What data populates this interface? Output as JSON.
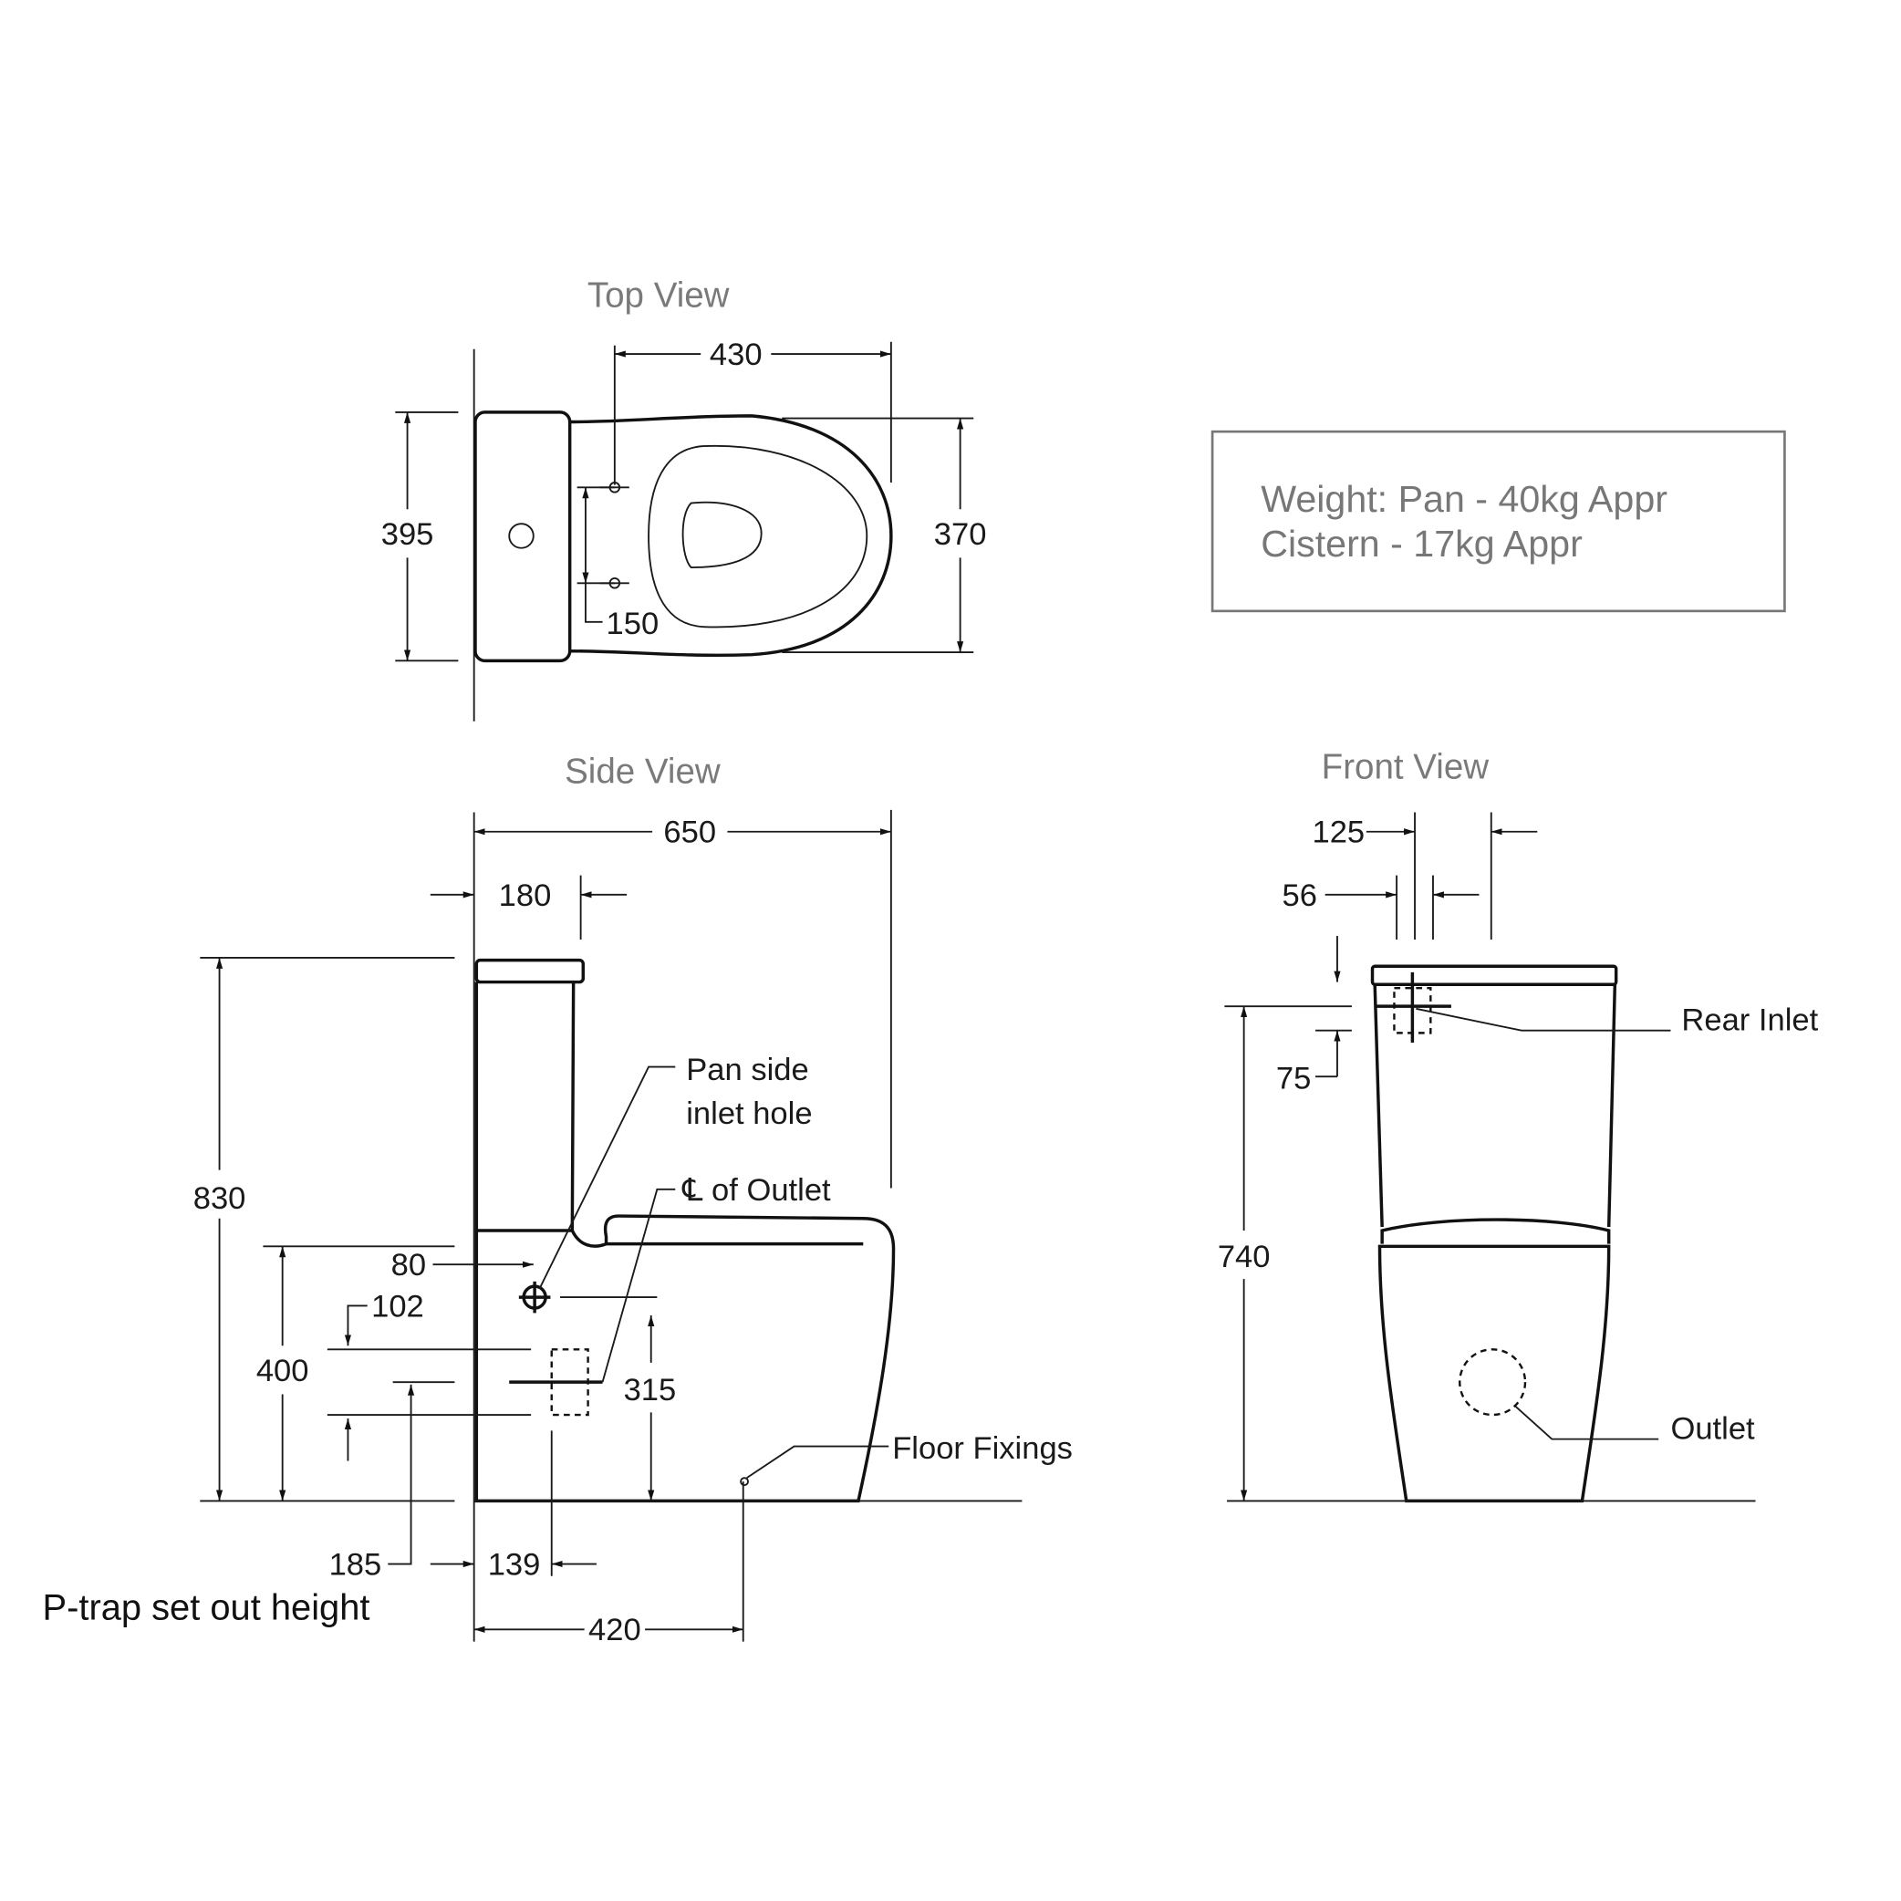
{
  "views": {
    "top": {
      "title": "Top View",
      "dims": {
        "length": "430",
        "depth_cistern": "395",
        "depth_pan": "370",
        "fixing_spacing": "150"
      }
    },
    "side": {
      "title": "Side View",
      "dims": {
        "overall_length": "650",
        "cistern_depth": "180",
        "height": "830",
        "seat_height": "400",
        "inlet_offset": "80",
        "inlet_height": "315",
        "outlet_tolerance": "102",
        "ptrap_height": "185",
        "outlet_setout": "139",
        "fixing_setout": "420"
      },
      "labels": {
        "inlet_line1": "Pan side",
        "inlet_line2": "inlet hole",
        "outlet_cl": "℄ of Outlet",
        "floor_fixings": "Floor Fixings",
        "ptrap": "P-trap set out height"
      }
    },
    "front": {
      "title": "Front View",
      "dims": {
        "inlet_offset": "125",
        "inlet_width": "56",
        "inlet_from_top": "75",
        "inlet_height": "740"
      },
      "labels": {
        "rear_inlet": "Rear Inlet",
        "outlet": "Outlet"
      }
    }
  },
  "weight_box": {
    "line1": "Weight: Pan - 40kg Appr",
    "line2": "Cistern - 17kg Appr"
  }
}
